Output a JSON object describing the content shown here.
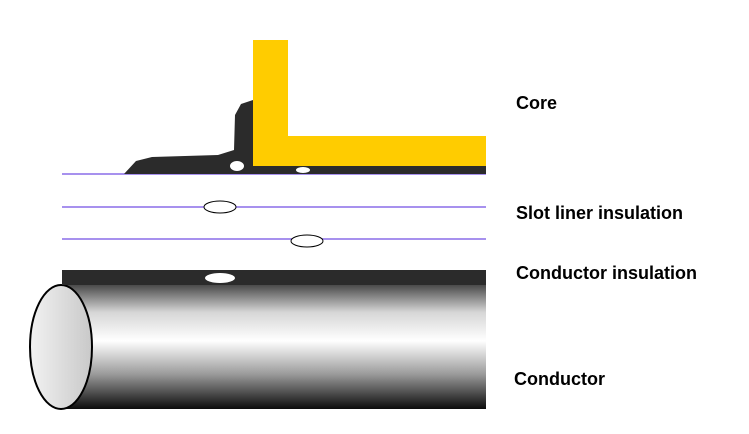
{
  "labels": {
    "core": "Core",
    "slot_liner_insulation": "Slot liner insulation",
    "conductor_insulation": "Conductor insulation",
    "conductor": "Conductor"
  },
  "colors": {
    "core": "#ffcc00",
    "dark_layer": "#2b2b2b",
    "insulation_line": "#8a6de8",
    "void": "#ffffff"
  }
}
